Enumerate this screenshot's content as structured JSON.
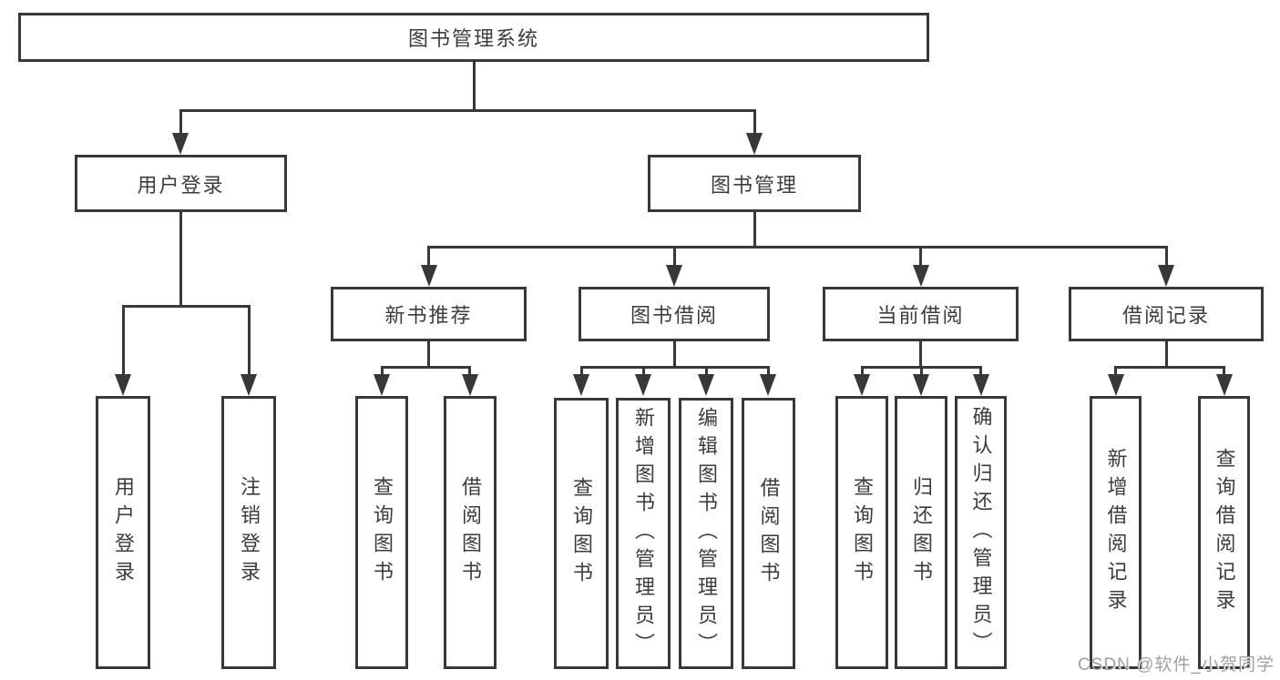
{
  "diagram": {
    "root": {
      "label": "图书管理系统"
    },
    "branches": [
      {
        "label": "用户登录",
        "children": [
          {
            "label": "用户登录"
          },
          {
            "label": "注销登录"
          }
        ]
      },
      {
        "label": "图书管理",
        "children": [
          {
            "label": "新书推荐",
            "children": [
              {
                "label": "查询图书"
              },
              {
                "label": "借阅图书"
              }
            ]
          },
          {
            "label": "图书借阅",
            "children": [
              {
                "label": "查询图书"
              },
              {
                "label": "新增图书（管理员）"
              },
              {
                "label": "编辑图书（管理员）"
              },
              {
                "label": "借阅图书"
              }
            ]
          },
          {
            "label": "当前借阅",
            "children": [
              {
                "label": "查询图书"
              },
              {
                "label": "归还图书"
              },
              {
                "label": "确认归还（管理员）"
              }
            ]
          },
          {
            "label": "借阅记录",
            "children": [
              {
                "label": "新增借阅记录"
              },
              {
                "label": "查询借阅记录"
              }
            ]
          }
        ]
      }
    ],
    "watermark": "CSDN @软件_小贺同学",
    "colors": {
      "line": "#383838",
      "text": "#3c3c3c",
      "background": "#ffffff",
      "watermark": "#9f9f9f"
    }
  }
}
